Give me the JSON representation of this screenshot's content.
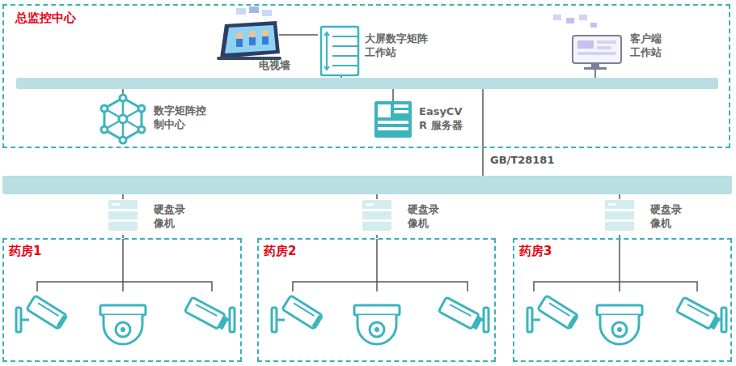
{
  "diagram": {
    "nodes": [
      {
        "text": [
          "总监控中心"
        ]
      },
      {
        "text": [
          "电视墙"
        ],
        "in": 0
      },
      {
        "text": [
          "大屏数字矩阵 工作站"
        ],
        "in": 0
      },
      {
        "text": [
          "客户端 工作站"
        ],
        "in": 0
      },
      {
        "text": [
          "数字矩阵控 制中心"
        ],
        "in": 0
      },
      {
        "text": [
          "EasyCVR 服务器"
        ],
        "in": 0
      },
      {
        "text": [
          "硬盘录 像机"
        ]
      },
      {
        "text": [
          "硬盘录 像机"
        ]
      },
      {
        "text": [
          "硬盘录 像机"
        ]
      },
      {
        "text": [
          "药房1"
        ]
      },
      {
        "text": [
          "药房2"
        ]
      },
      {
        "text": [
          "药房3"
        ]
      }
    ],
    "edges": [
      {
        "from": 1,
        "to": 2,
        "arrow": "none"
      },
      {
        "from": 6,
        "to": 9,
        "arrow": "none"
      },
      {
        "from": 7,
        "to": 10,
        "arrow": "none"
      },
      {
        "from": 8,
        "to": 11,
        "arrow": "none"
      }
    ],
    "labels": [
      "GB/T28181"
    ]
  }
}
